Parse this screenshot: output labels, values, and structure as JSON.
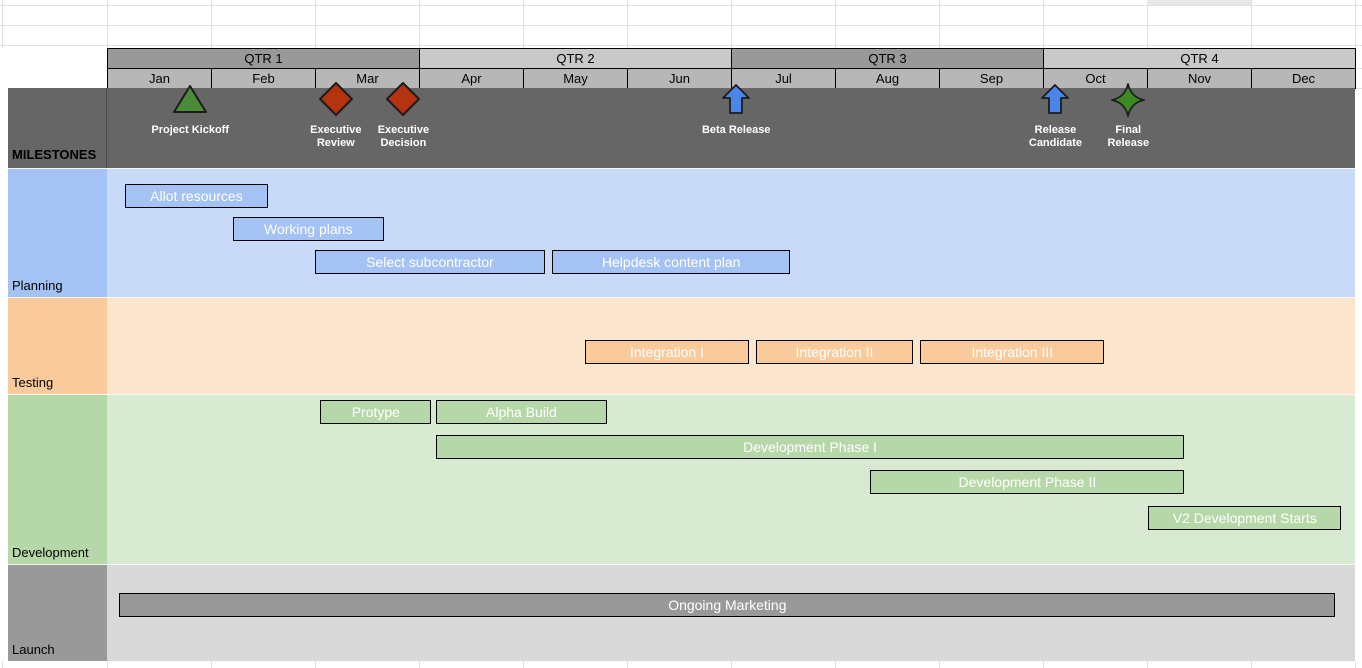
{
  "chart_data": {
    "type": "gantt",
    "quarters": [
      {
        "label": "QTR 1",
        "fill": "#999999"
      },
      {
        "label": "QTR 2",
        "fill": "#c9c9c9"
      },
      {
        "label": "QTR 3",
        "fill": "#999999"
      },
      {
        "label": "QTR 4",
        "fill": "#c9c9c9"
      }
    ],
    "months": [
      "Jan",
      "Feb",
      "Mar",
      "Apr",
      "May",
      "Jun",
      "Jul",
      "Aug",
      "Sep",
      "Oct",
      "Nov",
      "Dec"
    ],
    "month_fill": "#b7b7b7",
    "milestones_row": {
      "label": "MILESTONES",
      "fill": "#666666",
      "items": [
        {
          "label": "Project Kickoff",
          "shape": "triangle",
          "fill": "#4a8c3a",
          "month": 1.8
        },
        {
          "label": "Executive\nReview",
          "shape": "diamond",
          "fill": "#b5330f",
          "month": 3.2
        },
        {
          "label": "Executive\nDecision",
          "shape": "diamond",
          "fill": "#b5330f",
          "month": 3.85
        },
        {
          "label": "Beta Release",
          "shape": "arrow-up",
          "fill": "#4a86e8",
          "month": 7.05
        },
        {
          "label": "Release\nCandidate",
          "shape": "arrow-up",
          "fill": "#4a86e8",
          "month": 10.12
        },
        {
          "label": "Final\nRelease",
          "shape": "star4",
          "fill": "#3e8a22",
          "month": 10.82
        }
      ]
    },
    "sections": [
      {
        "name": "Planning",
        "row_fill": "#c9daf8",
        "label_fill": "#a4c2f4",
        "bar_fill": "#a4c2f4",
        "tasks": [
          {
            "label": "Allot resources",
            "start": 1.17,
            "end": 2.55,
            "lane": 0
          },
          {
            "label": "Working plans",
            "start": 2.21,
            "end": 3.66,
            "lane": 1
          },
          {
            "label": "Select subcontractor",
            "start": 3.0,
            "end": 5.21,
            "lane": 2
          },
          {
            "label": "Helpdesk content plan",
            "start": 5.28,
            "end": 7.57,
            "lane": 2
          }
        ]
      },
      {
        "name": "Testing",
        "row_fill": "#fce5cd",
        "label_fill": "#f9cb9c",
        "bar_fill": "#f9cb9c",
        "tasks": [
          {
            "label": "Integration I",
            "start": 5.6,
            "end": 7.17,
            "lane": 0
          },
          {
            "label": "Integration II",
            "start": 7.24,
            "end": 8.75,
            "lane": 0
          },
          {
            "label": "Integration III",
            "start": 8.82,
            "end": 10.59,
            "lane": 0
          }
        ]
      },
      {
        "name": "Development",
        "row_fill": "#d9ead3",
        "label_fill": "#b6d7a8",
        "bar_fill": "#b6d7a8",
        "tasks": [
          {
            "label": "Protype",
            "start": 3.05,
            "end": 4.12,
            "lane": 0
          },
          {
            "label": "Alpha Build",
            "start": 4.16,
            "end": 5.81,
            "lane": 0
          },
          {
            "label": "Development Phase I",
            "start": 4.16,
            "end": 11.36,
            "lane": 1
          },
          {
            "label": "Development Phase II",
            "start": 8.34,
            "end": 11.36,
            "lane": 2
          },
          {
            "label": "V2 Development Starts",
            "start": 11.01,
            "end": 12.87,
            "lane": 3
          }
        ]
      },
      {
        "name": "Launch",
        "row_fill": "#d9d9d9",
        "label_fill": "#999999",
        "bar_fill": "#999999",
        "tasks": [
          {
            "label": "Ongoing Marketing",
            "start": 1.12,
            "end": 12.81,
            "lane": 0
          }
        ]
      }
    ]
  }
}
